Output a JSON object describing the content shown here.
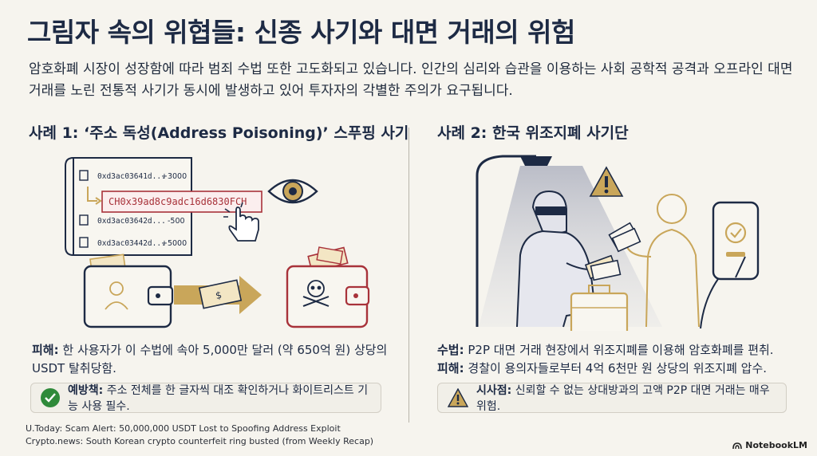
{
  "title": "그림자 속의 위협들: 신종 사기와 대면 거래의 위험",
  "intro": "암호화폐 시장이 성장함에 따라 범죄 수법 또한 고도화되고 있습니다. 인간의 심리와 습관을 이용하는 사회 공학적 공격과 오프라인 대면 거래를 노린 전통적 사기가 동시에 발생하고 있어 투자자의 각별한 주의가 요구됩니다.",
  "case1": {
    "heading": "사례 1: ‘주소 독성(Address Poisoning)’ 스푸핑 사기",
    "tx_list": [
      {
        "address": "0xd3ac03641d...",
        "amount": "+3000"
      },
      {
        "address": "0xd3ac03642d...",
        "amount": "-500"
      },
      {
        "address": "0xd3ac03442d...",
        "amount": "+5000"
      }
    ],
    "spoofed_address": "CH0x39ad8c9adc16d6830FCH",
    "damage_label": "피해:",
    "damage_text": "한 사용자가 이 수법에 속아 5,000만 달러 (약 650억 원) 상당의 USDT 탈취당함.",
    "prevention_label": "예방책:",
    "prevention_text": "주소 전체를 한 글자씩 대조 확인하거나 화이트리스트 기능 사용 필수."
  },
  "case2": {
    "heading": "사례 2: 한국 위조지폐 사기단",
    "method_label": "수법:",
    "method_text": "P2P 대면 거래 현장에서 위조지폐를 이용해 암호화폐를 편취.",
    "damage_label": "피해:",
    "damage_text": "경찰이 용의자들로부터 4억 6천만 원 상당의 위조지폐 압수.",
    "implication_label": "시사점:",
    "implication_text": "신뢰할 수 없는 상대방과의 고액 P2P 대면 거래는 매우 위험."
  },
  "sources": [
    "U.Today: Scam Alert: 50,000,000 USDT Lost to Spoofing Address Exploit",
    "Crypto.news: South Korean crypto counterfeit ring busted (from Weekly Recap)"
  ],
  "brand": "NotebookLM",
  "colors": {
    "navy": "#1d2a44",
    "gold": "#c9a65a",
    "red": "#a8323a",
    "green": "#2f8a3a"
  }
}
